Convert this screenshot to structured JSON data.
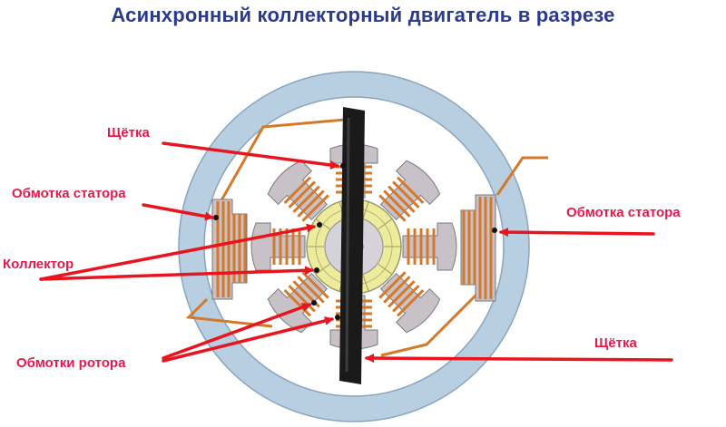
{
  "title": "Асинхронный коллекторный двигатель в разрезе",
  "labels": {
    "brush_top": "Щётка",
    "stator_winding_left": "Обмотка статора",
    "stator_winding_right": "Обмотка статора",
    "commutator": "Коллектор",
    "rotor_windings": "Обмотки ротора",
    "brush_bottom": "Щётка"
  },
  "colors": {
    "title": "#2a3a8c",
    "label": "#e6194b",
    "arrow": "#e8141e",
    "outer_ring": "#b8cfe2",
    "pole": "#c8c2c8",
    "winding": "#d4782a",
    "commutator_ring": "#ecec9c",
    "commutator_seg": "#e9d88c",
    "hub": "#d6d2da",
    "shaft": "#8a8f98",
    "brush": "#1a1a1a"
  },
  "icons": [
    "arrow-icon"
  ]
}
